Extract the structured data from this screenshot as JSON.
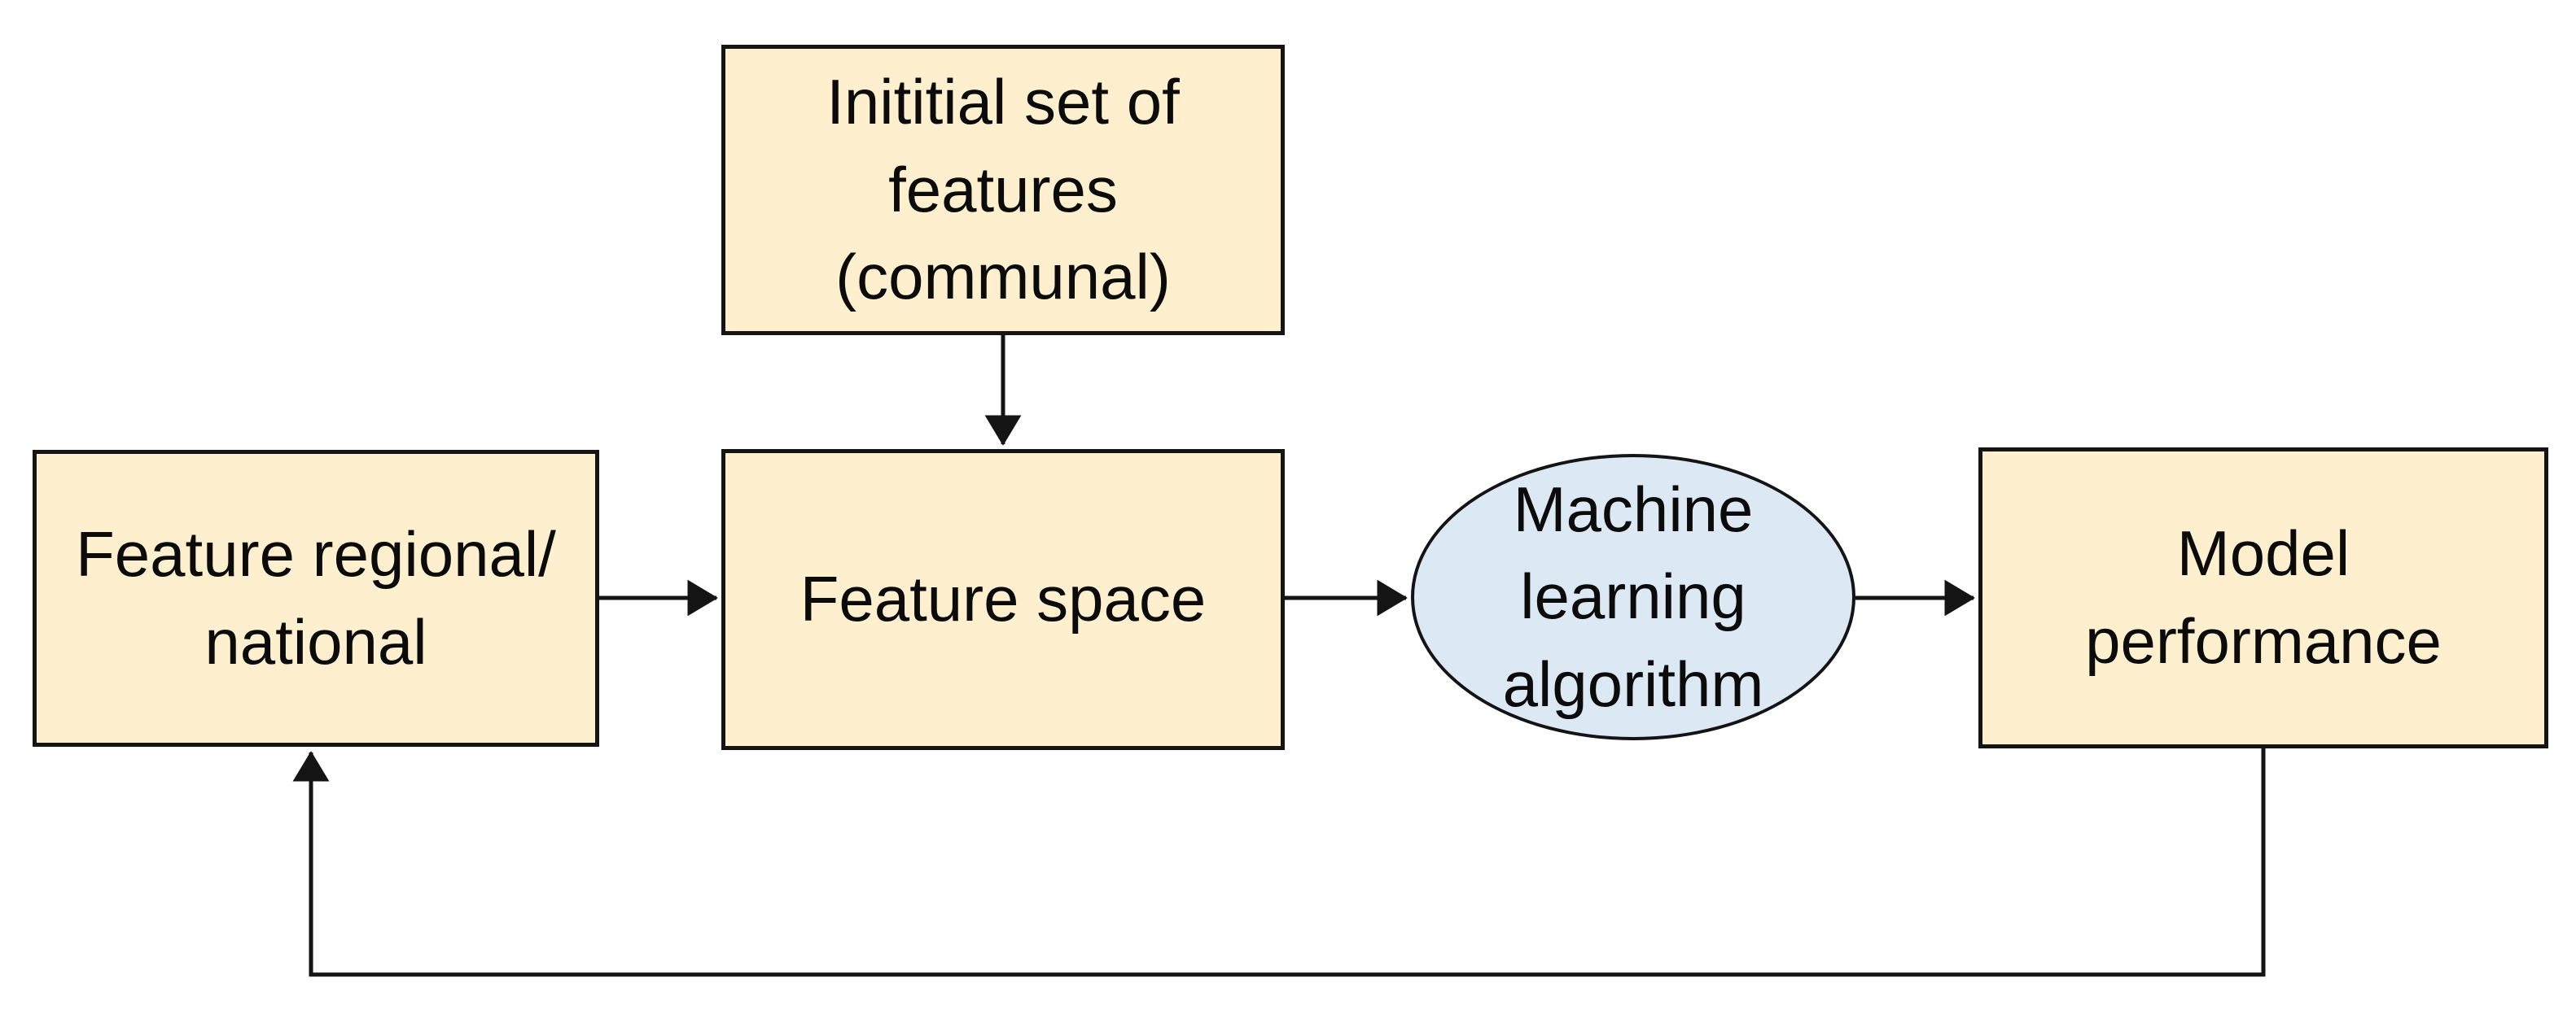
{
  "diagram": {
    "type": "flowchart",
    "nodes": {
      "initial_features": {
        "label": "Inititial set of\nfeatures\n(communal)",
        "shape": "rectangle"
      },
      "feature_regional": {
        "label": "Feature regional/\nnational",
        "shape": "rectangle"
      },
      "feature_space": {
        "label": "Feature space",
        "shape": "rectangle"
      },
      "ml_algorithm": {
        "label": "Machine\nlearning\nalgorithm",
        "shape": "ellipse"
      },
      "model_performance": {
        "label": "Model\nperformance",
        "shape": "rectangle"
      }
    },
    "edges": [
      {
        "from": "initial_features",
        "to": "feature_space",
        "style": "arrow-down"
      },
      {
        "from": "feature_regional",
        "to": "feature_space",
        "style": "arrow-right"
      },
      {
        "from": "feature_space",
        "to": "ml_algorithm",
        "style": "arrow-right"
      },
      {
        "from": "ml_algorithm",
        "to": "model_performance",
        "style": "arrow-right"
      },
      {
        "from": "model_performance",
        "to": "feature_regional",
        "style": "feedback-loop-bottom"
      }
    ]
  },
  "colors": {
    "background": "#ffffff",
    "node-fill": "#fef0ce",
    "ellipse-fill": "#dce9f5",
    "border": "#141414",
    "arrow": "#141414",
    "text": "#0b0b0b"
  }
}
